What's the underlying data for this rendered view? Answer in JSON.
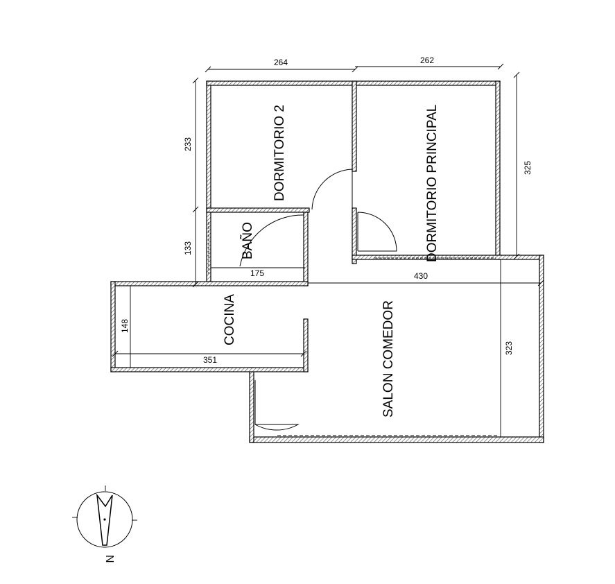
{
  "rooms": {
    "dormitorio2": "DORMITORIO 2",
    "principal": "DORMITORIO PRINCIPAL",
    "bano": "BAÑO",
    "cocina": "COCINA",
    "salon": "SALON COMEDOR"
  },
  "dimensions": {
    "top_left": "264",
    "top_right": "262",
    "left_upper": "233",
    "left_lower": "133",
    "right_upper": "325",
    "bano_width": "175",
    "salon_width": "430",
    "cocina_height": "148",
    "cocina_width": "351",
    "salon_height": "323"
  },
  "compass": {
    "north": "N"
  }
}
